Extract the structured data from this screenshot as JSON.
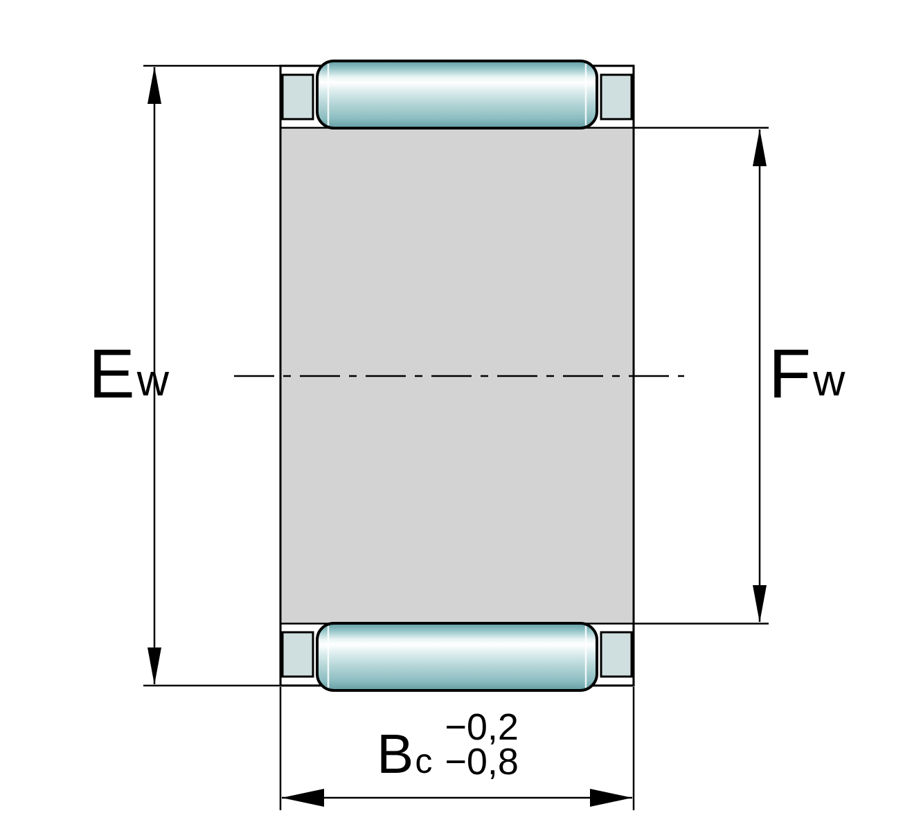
{
  "diagram": {
    "title": "Needle roller and cage assembly cross-section with dimensions",
    "labels": {
      "ew": {
        "main": "E",
        "sub": "w"
      },
      "fw": {
        "main": "F",
        "sub": "w"
      },
      "bc": {
        "main": "B",
        "sub": "c"
      },
      "bc_tolerance_upper": "−0,2",
      "bc_tolerance_lower": "−0,8"
    },
    "colors": {
      "background": "#ffffff",
      "cage_body_fill": "#d3d3d3",
      "cage_bar_fill": "#cfdfdf",
      "roller_teal_dark": "#6da6aa",
      "roller_teal_mid": "#a9cfd2",
      "roller_highlight": "#ffffff",
      "line_color": "#000000"
    }
  }
}
